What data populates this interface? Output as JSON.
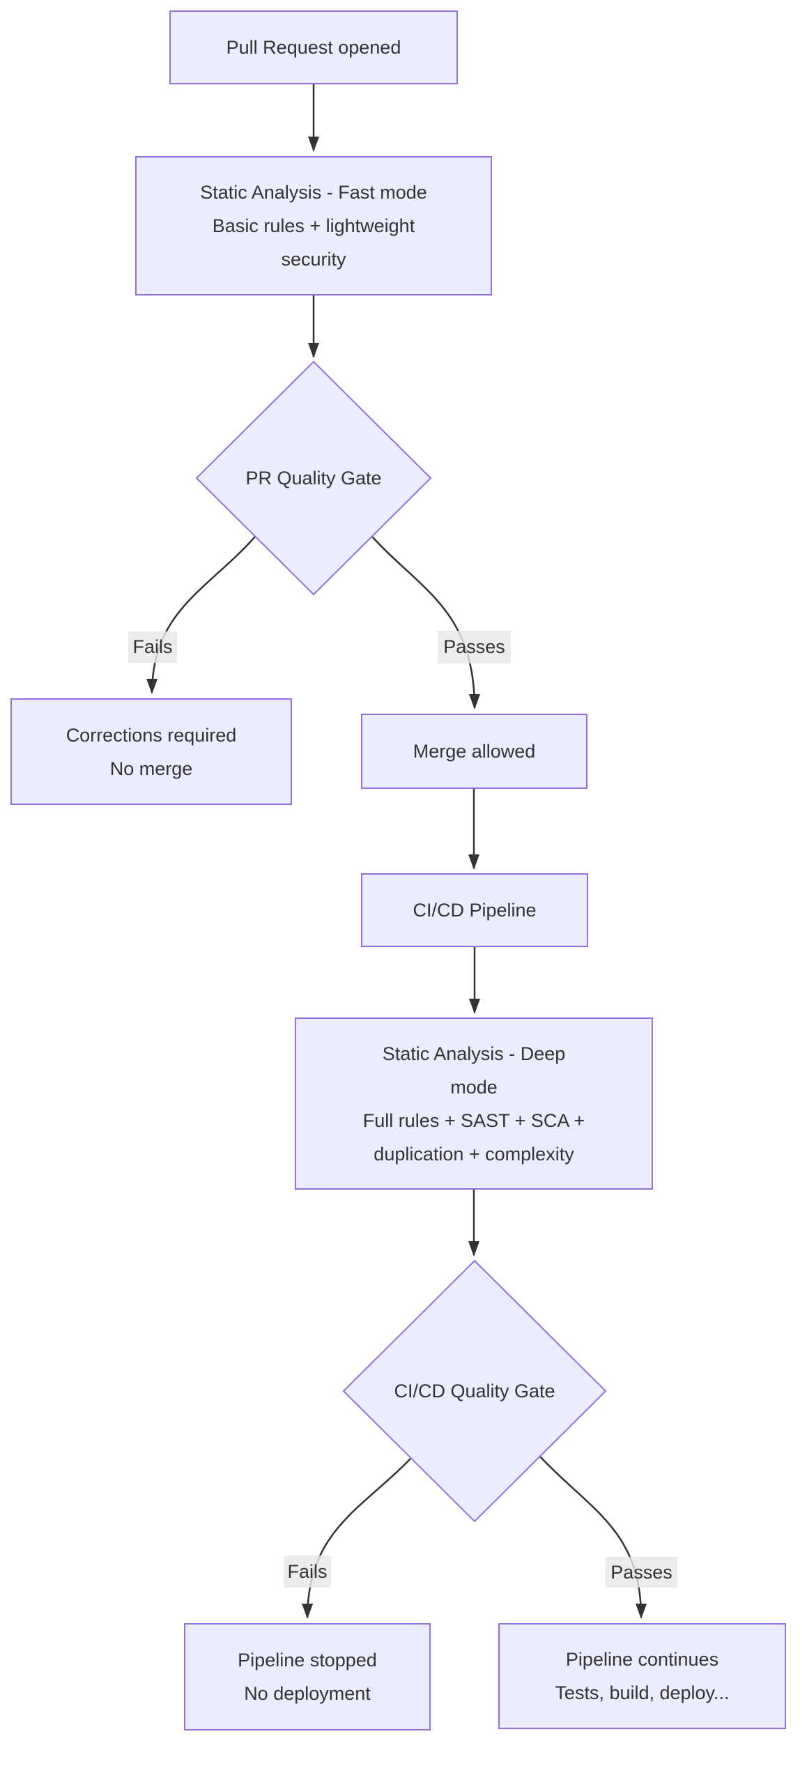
{
  "diagram": {
    "type": "flowchart",
    "direction": "top-down",
    "colors": {
      "node_fill": "#ECECFF",
      "node_border": "#9370DB",
      "edge": "#333333",
      "text": "#333333",
      "edge_label_bg": "#e8e8e8",
      "background": "#ffffff"
    },
    "nodes": {
      "pr_opened": {
        "shape": "rect",
        "lines": [
          "Pull Request opened"
        ]
      },
      "fast_analysis": {
        "shape": "rect",
        "lines": [
          "Static Analysis - Fast mode",
          "Basic rules + lightweight",
          "security"
        ]
      },
      "pr_quality_gate": {
        "shape": "diamond",
        "lines": [
          "PR Quality Gate"
        ]
      },
      "corrections": {
        "shape": "rect",
        "lines": [
          "Corrections required",
          "No merge"
        ]
      },
      "merge_allowed": {
        "shape": "rect",
        "lines": [
          "Merge allowed"
        ]
      },
      "cicd_pipeline": {
        "shape": "rect",
        "lines": [
          "CI/CD Pipeline"
        ]
      },
      "deep_analysis": {
        "shape": "rect",
        "lines": [
          "Static Analysis - Deep",
          "mode",
          "Full rules + SAST + SCA +",
          "duplication + complexity"
        ]
      },
      "cicd_quality_gate": {
        "shape": "diamond",
        "lines": [
          "CI/CD Quality Gate"
        ]
      },
      "pipeline_stopped": {
        "shape": "rect",
        "lines": [
          "Pipeline stopped",
          "No deployment"
        ]
      },
      "pipeline_continues": {
        "shape": "rect",
        "lines": [
          "Pipeline continues",
          "Tests, build, deploy..."
        ]
      }
    },
    "edge_labels": {
      "pr_gate_fails": "Fails",
      "pr_gate_passes": "Passes",
      "cicd_gate_fails": "Fails",
      "cicd_gate_passes": "Passes"
    },
    "edges": [
      {
        "from": "pr_opened",
        "to": "fast_analysis",
        "label": ""
      },
      {
        "from": "fast_analysis",
        "to": "pr_quality_gate",
        "label": ""
      },
      {
        "from": "pr_quality_gate",
        "to": "corrections",
        "label": "Fails"
      },
      {
        "from": "pr_quality_gate",
        "to": "merge_allowed",
        "label": "Passes"
      },
      {
        "from": "merge_allowed",
        "to": "cicd_pipeline",
        "label": ""
      },
      {
        "from": "cicd_pipeline",
        "to": "deep_analysis",
        "label": ""
      },
      {
        "from": "deep_analysis",
        "to": "cicd_quality_gate",
        "label": ""
      },
      {
        "from": "cicd_quality_gate",
        "to": "pipeline_stopped",
        "label": "Fails"
      },
      {
        "from": "cicd_quality_gate",
        "to": "pipeline_continues",
        "label": "Passes"
      }
    ]
  }
}
